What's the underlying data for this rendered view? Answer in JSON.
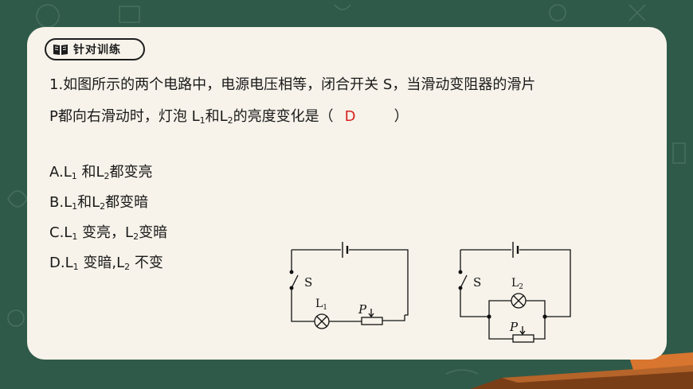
{
  "badge": {
    "label": "针对训练",
    "icon": "open-book-icon"
  },
  "question": {
    "line1": "1.如图所示的两个电路中，电源电压相等，闭合开关 S，当滑动变阻器的滑片",
    "line2_a": "P都向右滑动时，灯泡 L",
    "line2_sub1": "1",
    "line2_b": "和L",
    "line2_sub2": "2",
    "line2_c": "的亮度变化是（",
    "answer": "D",
    "line2_close": "）"
  },
  "options": [
    {
      "pre": "A.L",
      "sub1": "1",
      "mid": " 和L",
      "sub2": "2",
      "post": "都变亮"
    },
    {
      "pre": "B.L",
      "sub1": "1",
      "mid": "和L",
      "sub2": "2",
      "post": "都变暗"
    },
    {
      "pre": "C.L",
      "sub1": "1",
      "mid": " 变亮，L",
      "sub2": "2",
      "post": "变暗"
    },
    {
      "pre": "D.L",
      "sub1": "1",
      "mid": " 变暗,L",
      "sub2": "2",
      "post": " 不变"
    }
  ],
  "circuit1": {
    "switch": "S",
    "lamp": "L",
    "lamp_sub": "1",
    "slider": "P"
  },
  "circuit2": {
    "switch": "S",
    "lamp": "L",
    "lamp_sub": "2",
    "slider": "P"
  },
  "colors": {
    "board": "#2f5a49",
    "card": "#f7f3ea",
    "answer": "#d62020"
  }
}
